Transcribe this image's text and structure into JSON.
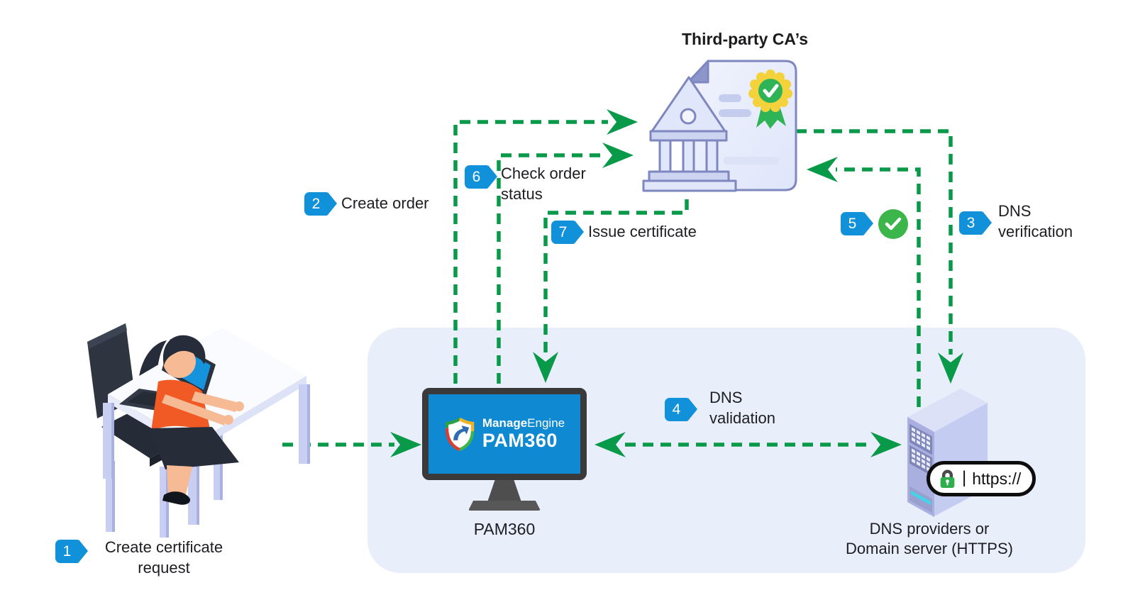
{
  "title": "Third-party CA’s",
  "steps": {
    "s1": {
      "num": "1",
      "label": "Create certificate request"
    },
    "s2": {
      "num": "2",
      "label": "Create order"
    },
    "s3": {
      "num": "3",
      "label": "DNS verification"
    },
    "s4": {
      "num": "4",
      "label": "DNS validation"
    },
    "s5": {
      "num": "5"
    },
    "s6": {
      "num": "6",
      "label": "Check order status"
    },
    "s7": {
      "num": "7",
      "label": "Issue certificate"
    }
  },
  "pam": {
    "brand_bold": "Manage",
    "brand_light": "Engine",
    "product": "PAM360",
    "caption": "PAM360"
  },
  "server": {
    "caption_line1": "DNS providers or",
    "caption_line2": "Domain server (HTTPS)",
    "https_divider": "|",
    "https_label": "https://"
  },
  "colors": {
    "flow_green": "#089949",
    "badge_blue": "#1191d9",
    "check_green": "#3cb54a",
    "panel_bg": "#e9eefb",
    "screen_blue": "#1089d3"
  }
}
